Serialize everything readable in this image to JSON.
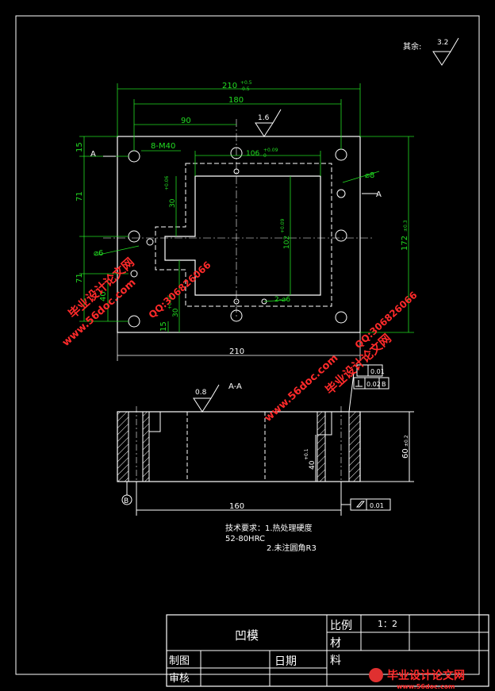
{
  "surface_note": {
    "label": "其余:",
    "value": "3.2"
  },
  "plan_view": {
    "dims": {
      "overall_width": "210",
      "overall_width_tol_upper": "+0.5",
      "overall_width_tol_lower": "-0.5",
      "hole_spacing": "180",
      "half_offset": "90",
      "edge_offset": "15",
      "hole_pitch_1": "71",
      "hole_pitch_2": "71",
      "lower_offset": "40",
      "bottom_offset": "15",
      "cavity_width": "106",
      "cavity_width_tol": "+0.09",
      "cavity_width_tol_low": "0",
      "cavity_height": "102",
      "cavity_height_tol": "+0.09",
      "step_30_upper": "30",
      "step_30_upper_tol": "+0.06",
      "step_30_lower": "30",
      "step_30_lower_tol": "+0.06",
      "overall_height": "172",
      "overall_height_tol": "±0.3",
      "bottom_width": "210"
    },
    "labels": {
      "thread": "8-M40",
      "pin_right": "⌀8",
      "pin_left": "⌀6",
      "pins_bottom": "2-⌀6",
      "section_mark_left": "A",
      "section_mark_right": "A",
      "roughness": "1.6"
    }
  },
  "section_view": {
    "title": "A-A",
    "roughness": "0.8",
    "width_dim": "160",
    "depth_dim": "40",
    "depth_tol": "+0.1",
    "height_dim": "60",
    "height_tol": "±0.2",
    "tol_parallel": "0.01",
    "tol_perp": "0.02",
    "tol_perp_datum": "B",
    "tol_top": "0.01",
    "datum": "B"
  },
  "tech_req": {
    "line1": "技术要求：1.热处理硬度",
    "line2": "52-80HRC",
    "line3": "2.未注圆角R3"
  },
  "title_block": {
    "part_name": "凹模",
    "ratio_label": "比例",
    "ratio_value": "1：2",
    "material_label": "材",
    "material_label2": "料",
    "drawn_by": "制图",
    "date": "日期",
    "checked_by": "审核"
  },
  "watermarks": {
    "site_upper": "毕业设计论文网",
    "url_upper": "www.56doc.com",
    "qq_upper": "QQ:306826066",
    "site_center": "毕业设计论文网",
    "url_center": "www.56doc.com",
    "qq_center": "QQ:306826066",
    "footer_site": "毕业设计论文网",
    "footer_url": "www.56doc.com"
  }
}
